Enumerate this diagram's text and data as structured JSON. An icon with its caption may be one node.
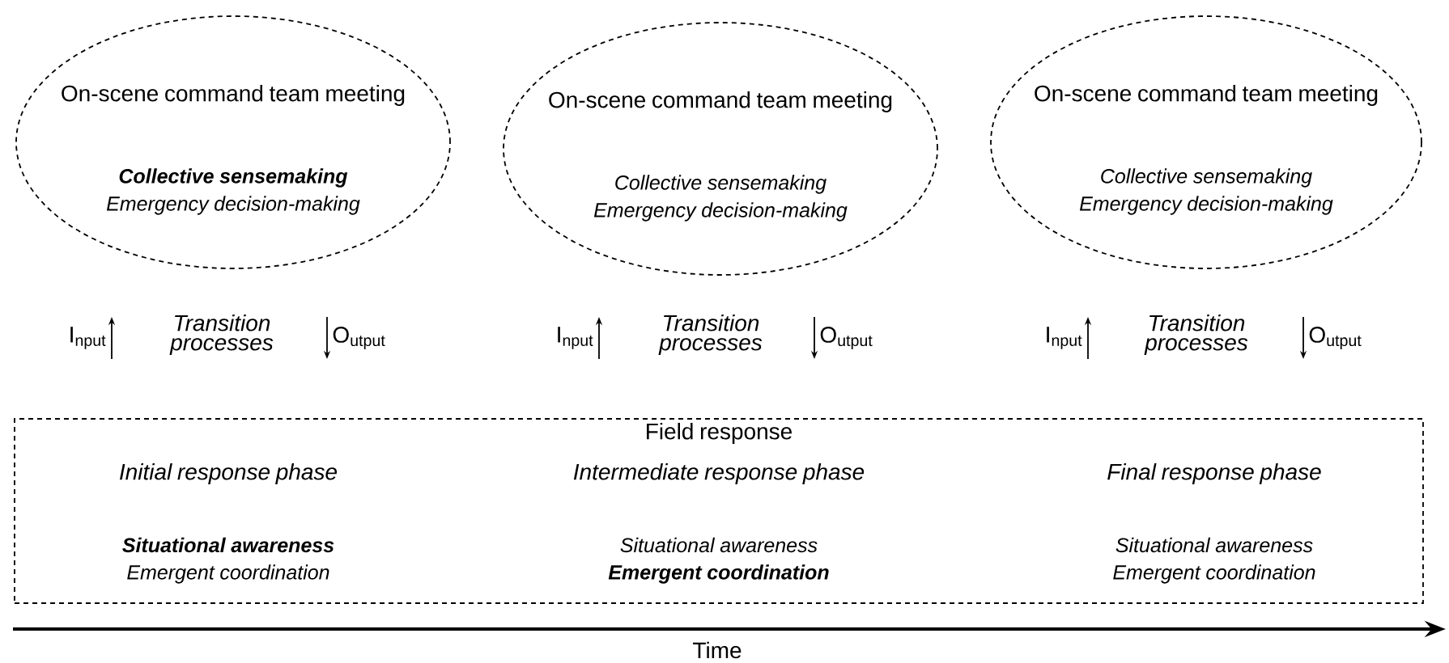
{
  "diagram": {
    "nodes": [
      {
        "text": [
          "On-scene command team meeting",
          "**Collective sensemaking**",
          "Emergency decision-making"
        ]
      },
      {
        "text": [
          "On-scene command team meeting",
          "Collective sensemaking",
          "Emergency decision-making"
        ]
      },
      {
        "text": [
          "On-scene command team meeting",
          "Collective sensemaking",
          "Emergency decision-making"
        ]
      },
      {
        "text": [
          "Field response",
          "Initial response phase",
          "**Situational awareness**",
          "Emergent coordination",
          "Intermediate response phase",
          "Situational awareness",
          "**Emergent coordination**",
          "Final response phase",
          "Situational awareness",
          "Emergent coordination"
        ]
      }
    ],
    "labels": [
      "I$_{nput}$",
      "Transition processes",
      "O$_{utput}$",
      "I$_{nput}$",
      "Transition processes",
      "O$_{utput}$",
      "I$_{nput}$",
      "Transition processes",
      "O$_{utput}$",
      "Time"
    ]
  }
}
